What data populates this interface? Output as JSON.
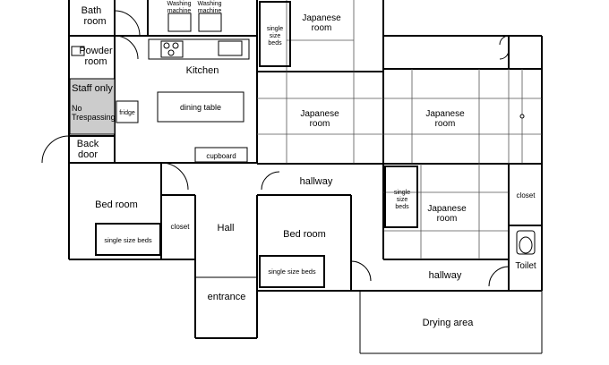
{
  "rooms": {
    "bath": "Bath room",
    "washing_1": "Washing machine",
    "washing_2": "Washing machine",
    "japanese_top": "Japanese room",
    "powder": "Powder room",
    "kitchen": "Kitchen",
    "staff": "Staff only",
    "no_trespassing": "No Trespassing",
    "fridge": "fridge",
    "dining_table": "dining table",
    "japanese_mid": "Japanese room",
    "japanese_right": "Japanese room",
    "back_door": "Back door",
    "cupboard": "cupboard",
    "hallway_top": "hallway",
    "bedroom_left": "Bed room",
    "closet_left": "closet",
    "beds_left": "single size beds",
    "hall": "Hall",
    "bedroom_mid": "Bed room",
    "beds_mid": "single size beds",
    "beds_top": "single size beds",
    "beds_right": "single size beds",
    "japanese_lower": "Japanese room",
    "closet_right": "closet",
    "toilet": "Toilet",
    "hallway_bottom": "hallway",
    "entrance": "entrance",
    "drying_area": "Drying area"
  },
  "colors": {
    "staff_fill": "#cccccc",
    "line": "#000000"
  }
}
